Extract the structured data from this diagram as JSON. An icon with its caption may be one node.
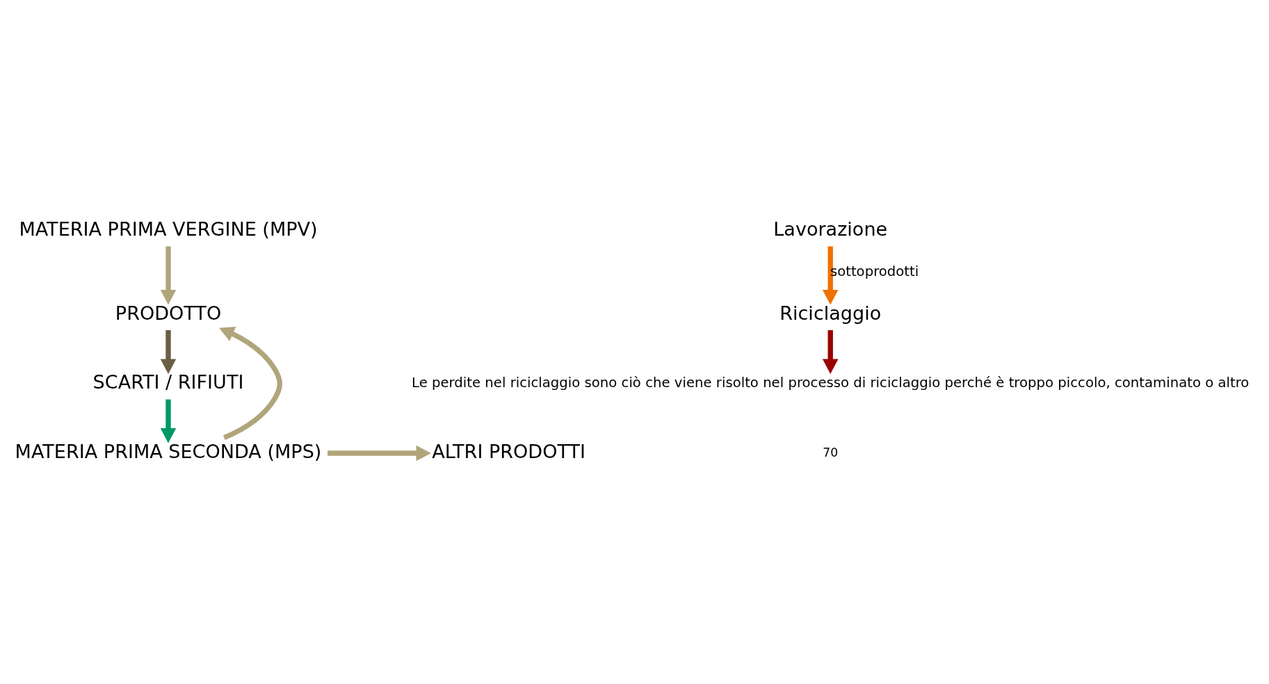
{
  "diagram": {
    "nodes": [
      {
        "text": [
          "MATERIA PRIMA VERGINE (MPV)"
        ]
      },
      {
        "text": [
          "PRODOTTO"
        ]
      },
      {
        "text": [
          "SCARTI / RIFIUTI"
        ]
      },
      {
        "text": [
          "MATERIA PRIMA SECONDA (MPS)"
        ]
      },
      {
        "text": [
          "ALTRI PRODOTTI"
        ]
      },
      {
        "text": [
          "Lavorazione"
        ]
      },
      {
        "text": [
          "Riciclaggio"
        ]
      },
      {
        "text": [
          "Le perdite nel riciclaggio sono ciò che viene risolto nel processo di riciclaggio perché è troppo piccolo, contaminato o altro"
        ]
      }
    ],
    "edges": [
      {
        "from": 0,
        "to": 1,
        "arrow": "to",
        "color": "#b0a57a"
      },
      {
        "from": 1,
        "to": 2,
        "arrow": "to",
        "color": "#6b5e45"
      },
      {
        "from": 2,
        "to": 3,
        "arrow": "to",
        "color": "#009966"
      },
      {
        "from": 3,
        "to": 1,
        "arrow": "to",
        "color": "#b0a57a"
      },
      {
        "from": 3,
        "to": 4,
        "arrow": "to",
        "color": "#b0a57a"
      },
      {
        "from": 5,
        "to": 6,
        "arrow": "to",
        "color": "#f07000",
        "label": "sottoprodotti"
      },
      {
        "from": 6,
        "to": 7,
        "arrow": "to",
        "color": "#990000"
      }
    ],
    "labels": [
      "70"
    ]
  }
}
